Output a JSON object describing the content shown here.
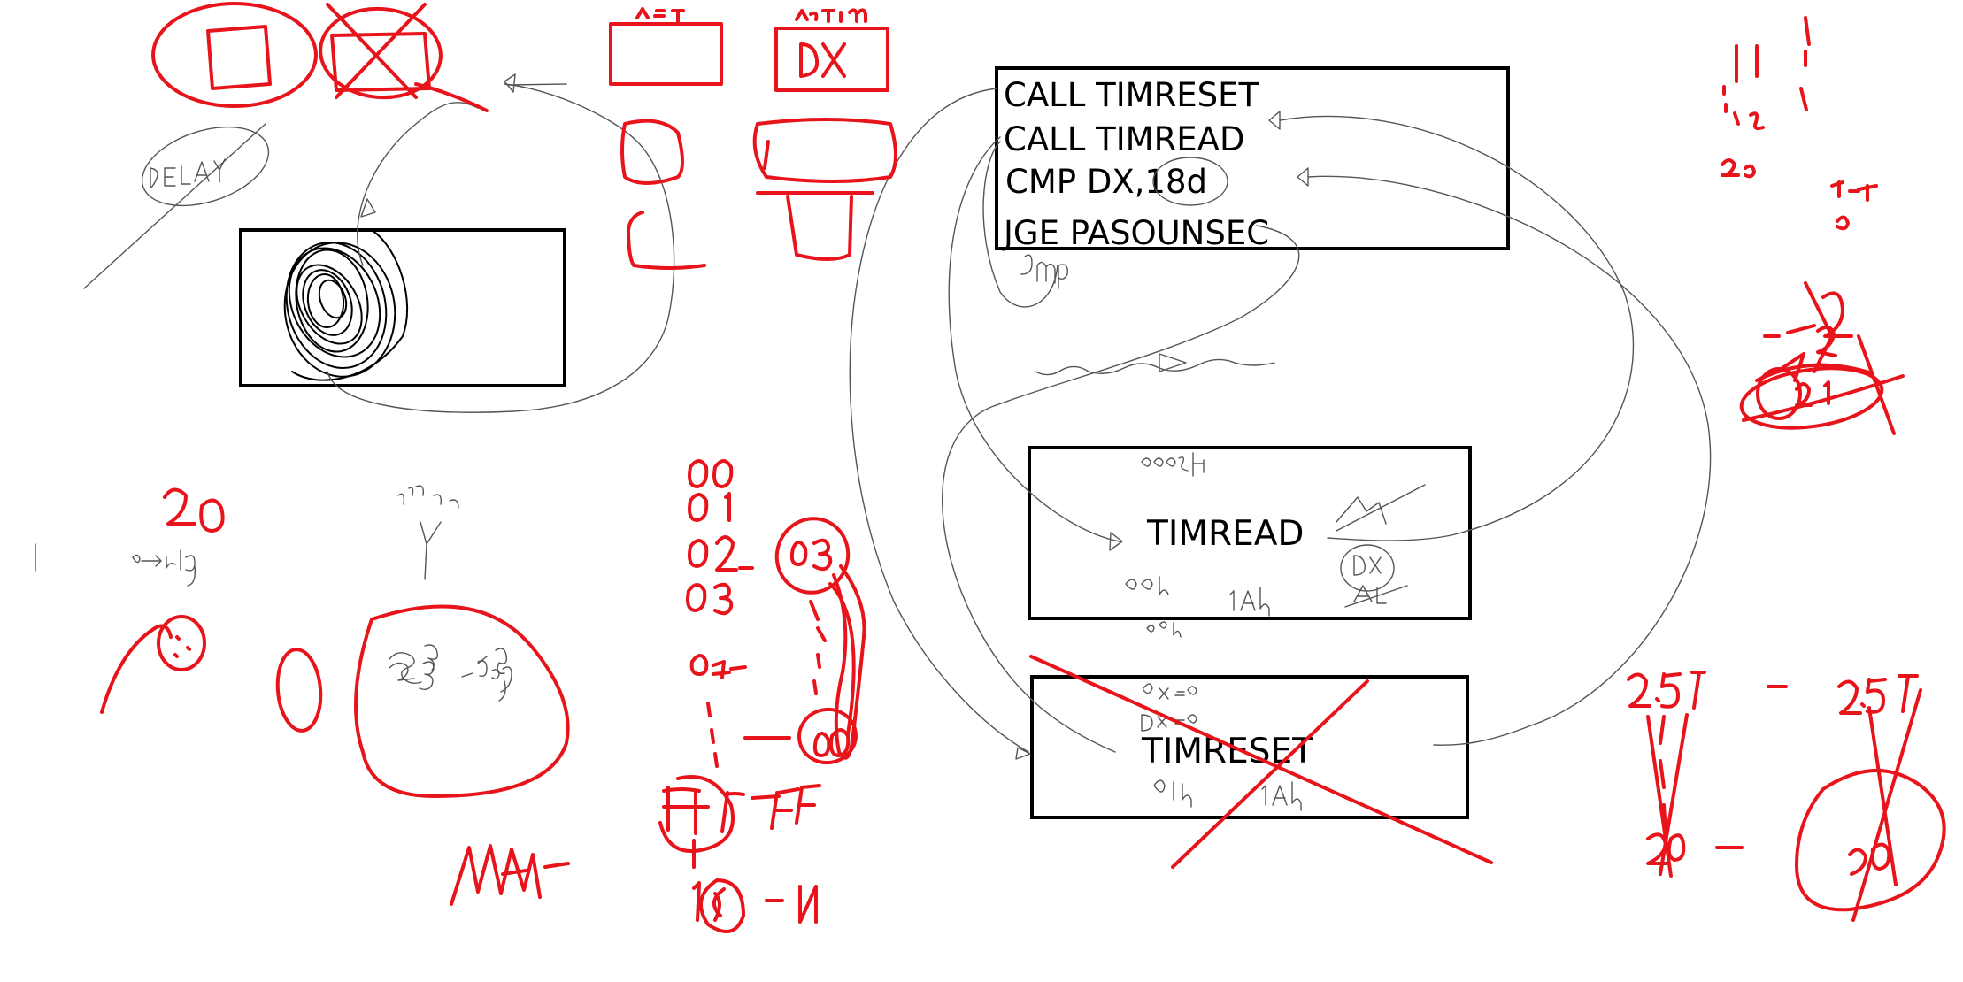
{
  "code_box": {
    "lines": [
      "CALL TIMRESET",
      "CALL TIMREAD",
      "CMP DX,18d",
      "JGE PASOUNSEC"
    ]
  },
  "timread_box": {
    "label": "TIMREAD"
  },
  "timreset_box": {
    "label": "TIMRESET"
  },
  "colors": {
    "ink": "#000000",
    "pencil": "#555555",
    "marker": "#e8141b"
  }
}
